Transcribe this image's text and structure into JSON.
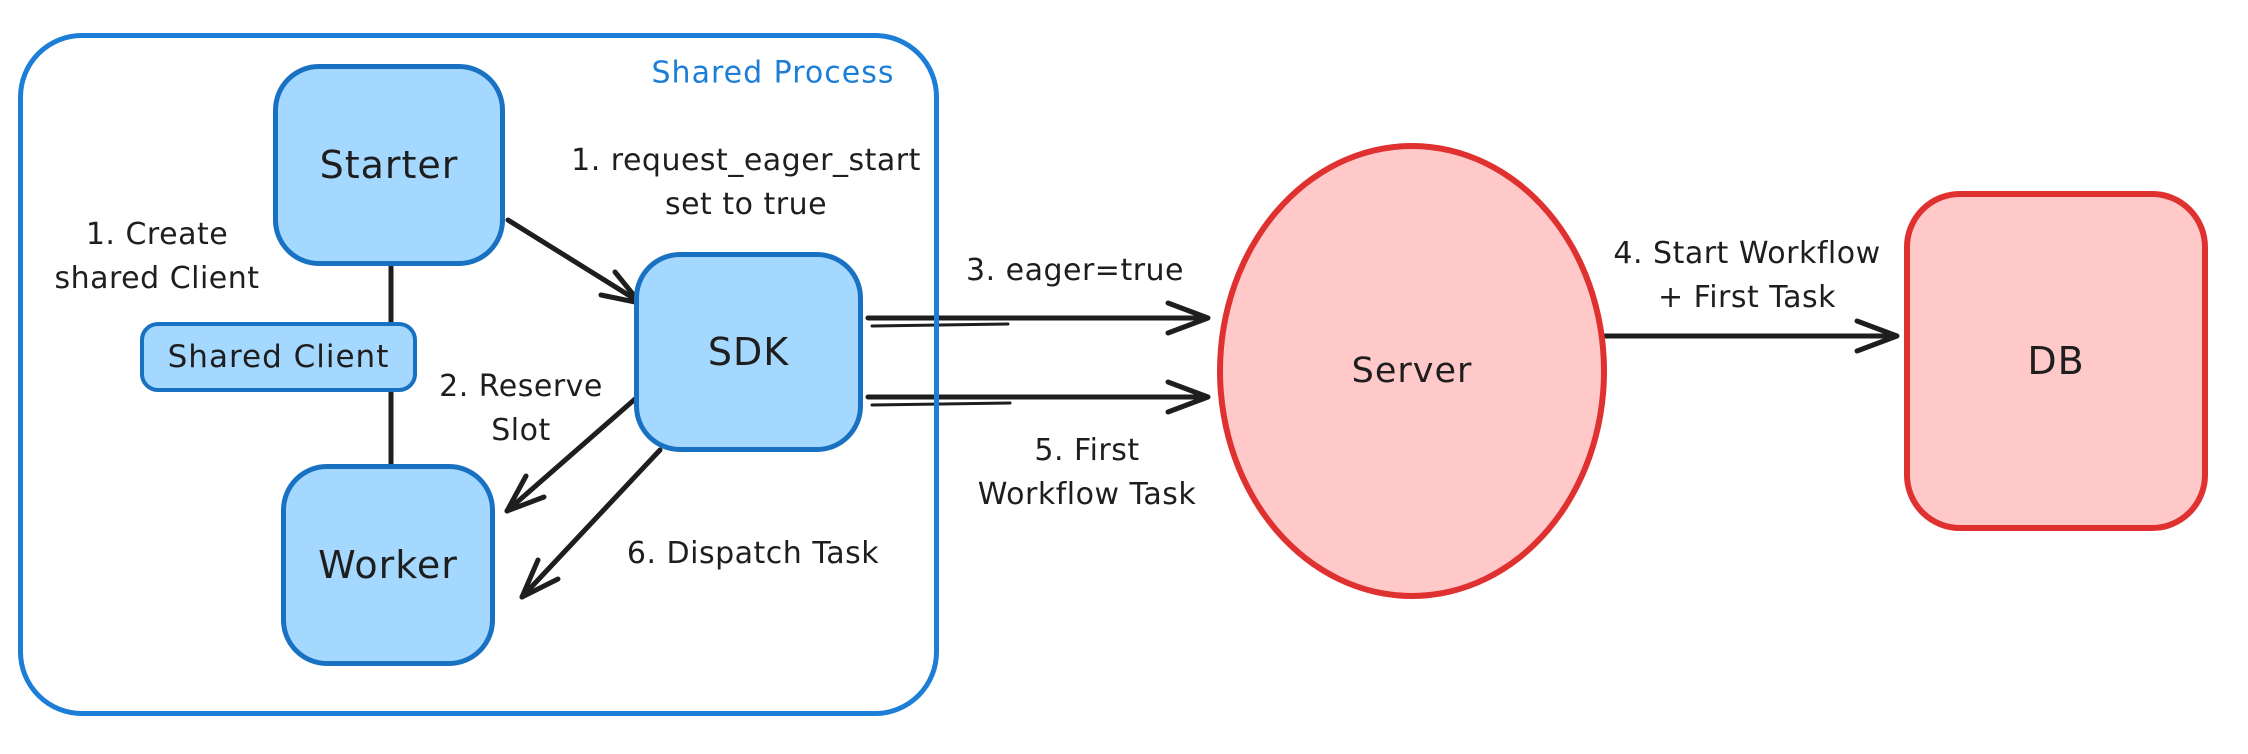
{
  "diagram": {
    "type": "flow-diagram",
    "container": {
      "label": "Shared Process"
    },
    "nodes": {
      "starter": "Starter",
      "shared_client": "Shared Client",
      "worker": "Worker",
      "sdk": "SDK",
      "server": "Server",
      "db": "DB"
    },
    "annotations": {
      "create_shared_client": "1. Create\nshared Client",
      "request_eager_start": "1. request_eager_start\nset to true",
      "reserve_slot": "2. Reserve\nSlot",
      "eager_true": "3. eager=true",
      "start_workflow": "4. Start Workflow\n+ First Task",
      "first_workflow_task": "5. First\nWorkflow Task",
      "dispatch_task": "6. Dispatch Task"
    },
    "colors": {
      "blue_fill": "#a5d8ff",
      "blue_stroke": "#1971c2",
      "container_stroke": "#1c7ed6",
      "red_fill": "#ffc9c9",
      "red_stroke": "#e03131",
      "ink": "#1e1e1e",
      "background": "#ffffff"
    }
  }
}
